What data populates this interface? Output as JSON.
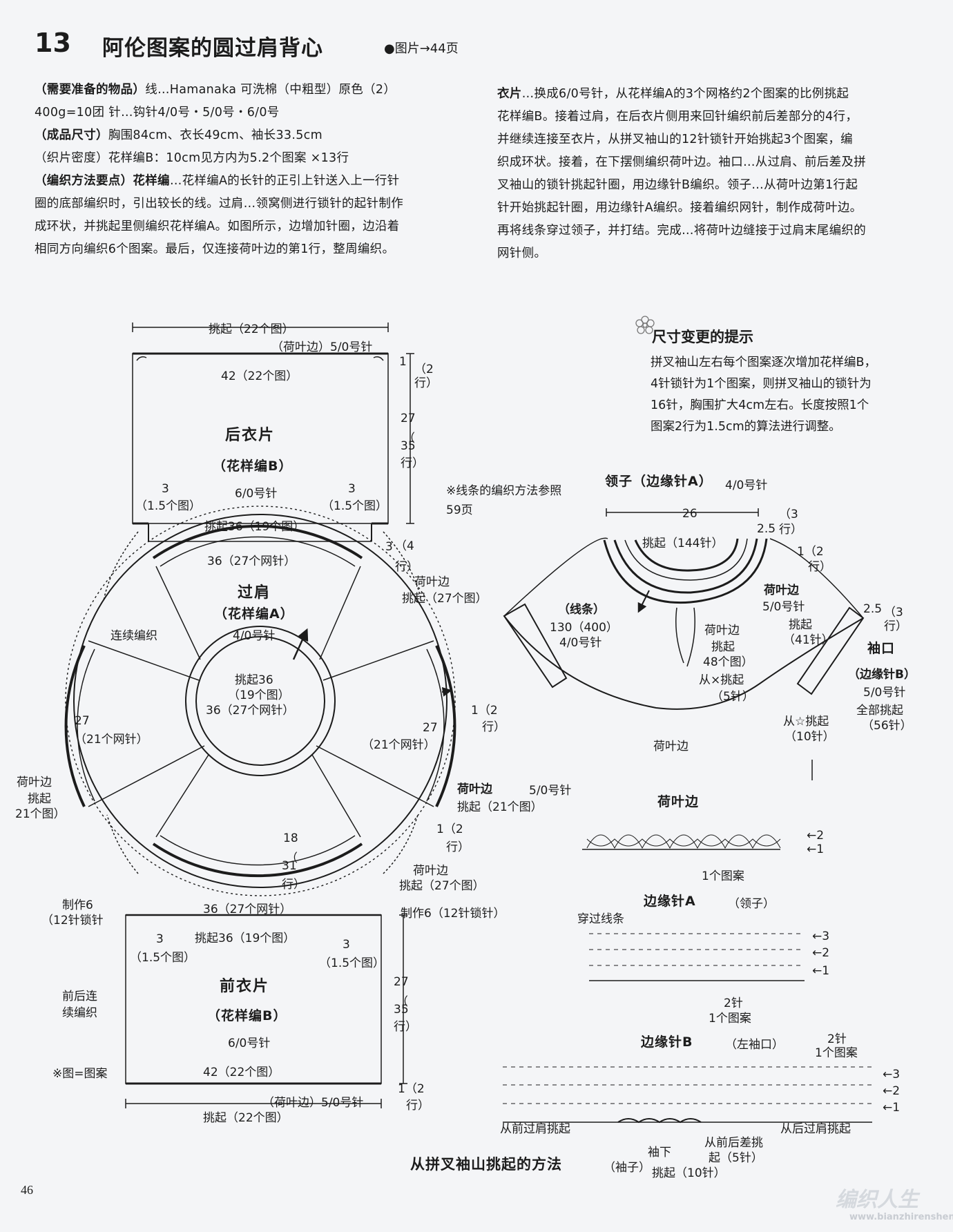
{
  "header": {
    "number": "13",
    "title": "阿伦图案的圆过肩背心",
    "photo_ref": "●图片→44页"
  },
  "instructions": {
    "left": [
      {
        "bold": "（需要准备的物品）",
        "text": "线…Hamanaka  可洗棉（中粗型）原色（2）"
      },
      {
        "bold": "",
        "text": "400g=10团  针…钩针4/0号・5/0号・6/0号"
      },
      {
        "bold": "（成品尺寸）",
        "text": "胸围84cm、衣长49cm、袖长33.5cm"
      },
      {
        "bold": "",
        "text": "（织片密度）花样编B：10cm见方内为5.2个图案  ×13行"
      },
      {
        "bold": "（编织方法要点）花样编",
        "text": "…花样编A的长针的正引上针送入上一行针"
      },
      {
        "bold": "",
        "text": "圈的底部编织时，引出较长的线。过肩…领窝侧进行锁针的起针制作"
      },
      {
        "bold": "",
        "text": "成环状，并挑起里侧编织花样编A。如图所示，边增加针圈，边沿着"
      },
      {
        "bold": "",
        "text": "相同方向编织6个图案。最后，仅连接荷叶边的第1行，整周编织。"
      }
    ],
    "right": [
      {
        "bold": "衣片",
        "text": "…换成6/0号针，从花样编A的3个网格约2个图案的比例挑起"
      },
      {
        "bold": "",
        "text": "花样编B。接着过肩，在后衣片侧用来回针编织前后差部分的4行，"
      },
      {
        "bold": "",
        "text": "并继续连接至衣片，从拼叉袖山的12针锁针开始挑起3个图案，编"
      },
      {
        "bold": "",
        "text": "织成环状。接着，在下摆侧编织荷叶边。袖口…从过肩、前后差及拼"
      },
      {
        "bold": "",
        "text": "叉袖山的锁针挑起针圈，用边缘针B编织。领子…从荷叶边第1行起"
      },
      {
        "bold": "",
        "text": "针开始挑起针圈，用边缘针A编织。接着编织网针，制作成荷叶边。"
      },
      {
        "bold": "",
        "text": "再将线条穿过领子，并打结。完成…将荷叶边缝接于过肩末尾编织的"
      },
      {
        "bold": "",
        "text": "网针侧。"
      }
    ]
  },
  "tip": {
    "title": "尺寸变更的提示",
    "lines": [
      "拼叉袖山左右每个图案逐次增加花样编B，",
      "4针锁针为1个图案，则拼叉袖山的锁针为",
      "16针，胸围扩大4cm左右。长度按照1个",
      "图案2行为1.5cm的算法进行调整。"
    ]
  },
  "back_panel": {
    "top_pickup": "挑起（22个图）",
    "ruffle": "（荷叶边）5/0号针",
    "width": "42（22个图）",
    "rows_1": "1",
    "rows_2": "（2",
    "rows_2b": "行）",
    "height": "27",
    "height_rows_a": "（",
    "height_rows_b": "35",
    "height_rows_c": "行）",
    "title": "后衣片",
    "pattern": "（花样编B）",
    "needle": "6/0号针",
    "left_3": "3",
    "left_3b": "（1.5个图）",
    "right_3": "3",
    "right_3b": "（1.5个图）",
    "bottom_pickup": "挑起36（19个图）",
    "side_3": "3",
    "side_4a": "（4",
    "side_4b": "行）"
  },
  "yoke": {
    "top_36": "36（27个网针）",
    "title": "过肩",
    "pattern": "（花样编A）",
    "needle": "4/0号针",
    "continuous": "连续编织",
    "inner_pickup": "挑起36",
    "inner_pickup_b": "（19个图）",
    "inner_36": "36（27个网针）",
    "left_27": "27",
    "left_27b": "（21个网针）",
    "right_27": "27",
    "right_27b": "（21个网针）",
    "left_ruffle": "荷叶边",
    "left_ruffle_b": "挑起",
    "left_ruffle_c": "21个图）",
    "right_ruffle": "荷叶边",
    "right_ruffle_b": "挑起（21个图）",
    "ruffle_top": "荷叶边",
    "ruffle_top_b": "挑起（27个图）",
    "ruffle_bottom": "荷叶边",
    "ruffle_bottom_b": "挑起（27个图）",
    "right_rows": "1（2",
    "right_rows_b": "行）",
    "bottom_rows": "1（2",
    "bottom_rows_b": "行）",
    "needle_50": "5/0号针",
    "vertical_18": "18",
    "vertical_31a": "（",
    "vertical_31b": "31",
    "vertical_31c": "行）",
    "bottom_36": "36（27个网针）"
  },
  "front_panel": {
    "make6_left": "制作6",
    "make6_left_b": "（12针锁针",
    "make6_right": "制作6（12针锁针）",
    "top_pickup": "挑起36（19个图）",
    "left_3": "3",
    "left_3b": "（1.5个图）",
    "right_3": "3",
    "right_3b": "（1.5个图）",
    "side_note": "前后连",
    "side_note_b": "续编织",
    "title": "前衣片",
    "pattern": "（花样编B）",
    "needle": "6/0号针",
    "height": "27",
    "height_b": "（",
    "height_c": "35",
    "height_d": "行）",
    "width": "42（22个图）",
    "rows": "1（2",
    "rows_b": "行）",
    "ruffle": "（荷叶边）5/0号针",
    "bottom_pickup": "挑起（22个图）",
    "note": "※图=图案"
  },
  "collar": {
    "line_note": "※线条的编织方法参照",
    "line_note_b": "59页",
    "title": "领子（边缘针A）",
    "needle": "4/0号针",
    "width_26": "26",
    "rows_3": "（3",
    "rows_3b": "行）",
    "edge_25": "2.5",
    "rows_12": "1（2",
    "rows_12b": "行）",
    "pickup_144": "挑起（144针）",
    "cord": "（线条）",
    "cord_len": "130（400）",
    "cord_needle": "4/0号针",
    "ruffle": "荷叶边",
    "ruffle_needle": "5/0号针",
    "ruffle_pick": "挑起",
    "ruffle_pick_b": "（41针）",
    "ruffle_48": "荷叶边",
    "ruffle_48b": "挑起",
    "ruffle_48c": "48个图）",
    "from_x": "从×挑起",
    "from_x_b": "（5针）",
    "from_star": "从☆挑起",
    "from_star_b": "（10针）",
    "hem": "荷叶边",
    "needle_50": "5/0号针",
    "cuff_25": "2.5",
    "cuff_rows": "（3",
    "cuff_rows_b": "行）",
    "cuff": "袖口",
    "cuff_pattern": "（边缘针B）",
    "cuff_needle": "5/0号针",
    "cuff_pick": "全部挑起",
    "cuff_pick_b": "（56针）"
  },
  "stitch_charts": {
    "ruffle_title": "荷叶边",
    "ruffle_rows": [
      "←2",
      "←1"
    ],
    "ruffle_repeat": "1个图案",
    "edgeA_title": "边缘针A",
    "edgeA_sub": "（领子）",
    "edgeA_thread": "穿过线条",
    "edgeA_rows": [
      "←3",
      "←2",
      "←1"
    ],
    "edgeA_repeat": "2针",
    "edgeA_repeat_b": "1个图案",
    "edgeB_title": "边缘针B",
    "edgeB_sub": "（左袖口）",
    "edgeB_repeat": "2针",
    "edgeB_repeat_b": "1个图案",
    "edgeB_rows": [
      "←3",
      "←2",
      "←1"
    ],
    "from_front": "从前过肩挑起",
    "from_back": "从后过肩挑起",
    "from_diff": "从前后差挑",
    "from_diff_b": "起（5针）",
    "sleeve_bottom": "袖下",
    "sleeve_pick": "挑起（10针）",
    "caption": "从拼叉袖山挑起的方法",
    "caption_sub": "（袖子）"
  },
  "footer": {
    "page": "46",
    "watermark": "编织人生",
    "watermark_url": "www.bianzhirensheng.com"
  }
}
